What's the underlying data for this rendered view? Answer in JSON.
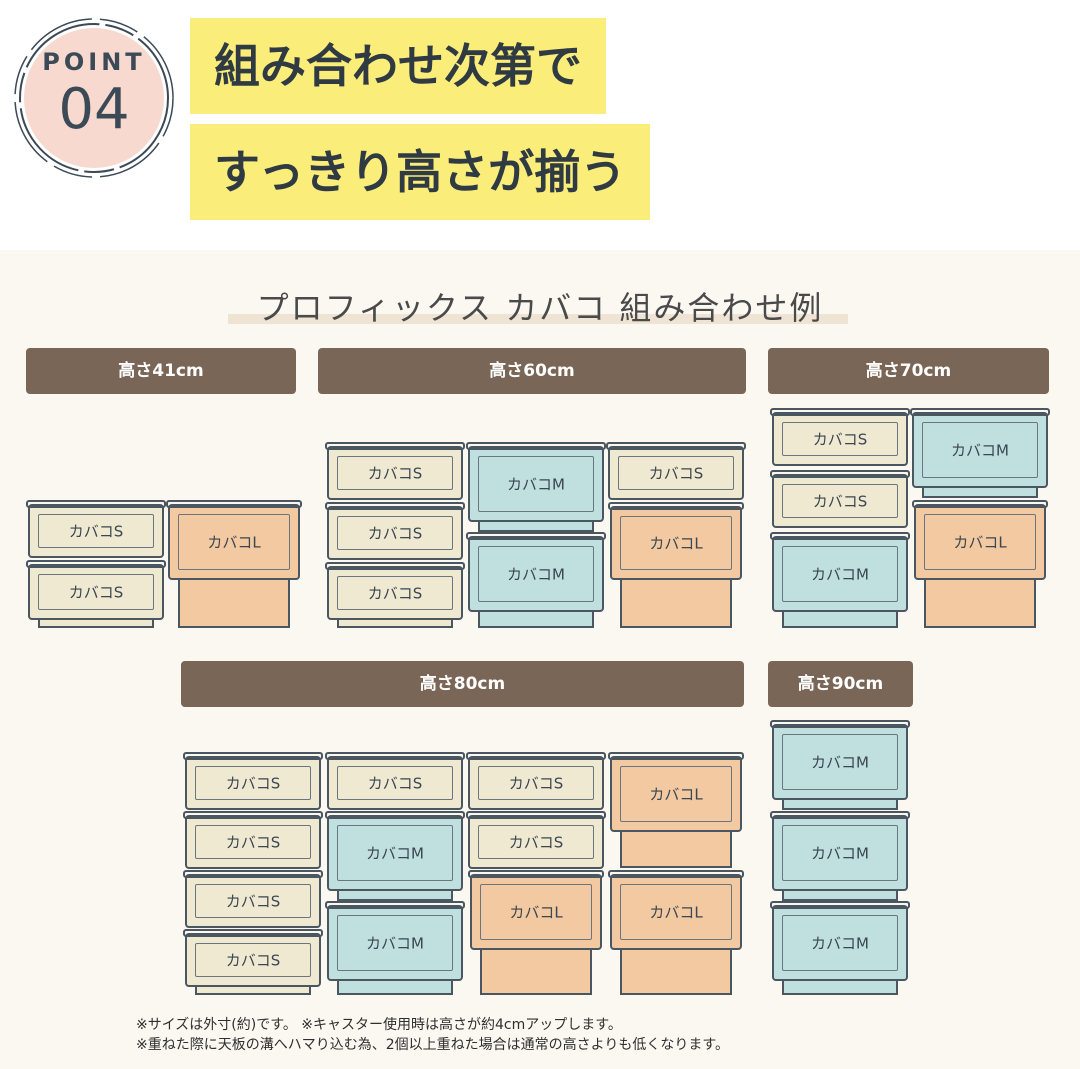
{
  "badge": {
    "word": "POINT",
    "number": "04"
  },
  "title": {
    "line1": "組み合わせ次第で",
    "line2": "すっきり高さが揃う"
  },
  "subtitle": "プロフィックス カバコ 組み合わせ例",
  "heights": {
    "h41": "高さ41cm",
    "h60": "高さ60cm",
    "h70": "高さ70cm",
    "h80": "高さ80cm",
    "h90": "高さ90cm"
  },
  "labels": {
    "s": "カバコS",
    "m": "カバコM",
    "l": "カバコL"
  },
  "notes": {
    "line1": "※サイズは外寸(約)です。 ※キャスター使用時は高さが約4cmアップします。",
    "line2": "※重ねた際に天板の溝へハマり込む為、2個以上重ねた場合は通常の高さよりも低くなります。"
  },
  "colors": {
    "s": "#efe9d2",
    "m": "#bfe0df",
    "l": "#f2c9a0",
    "bar": "#7a6656",
    "title_bg": "#faed7a"
  }
}
